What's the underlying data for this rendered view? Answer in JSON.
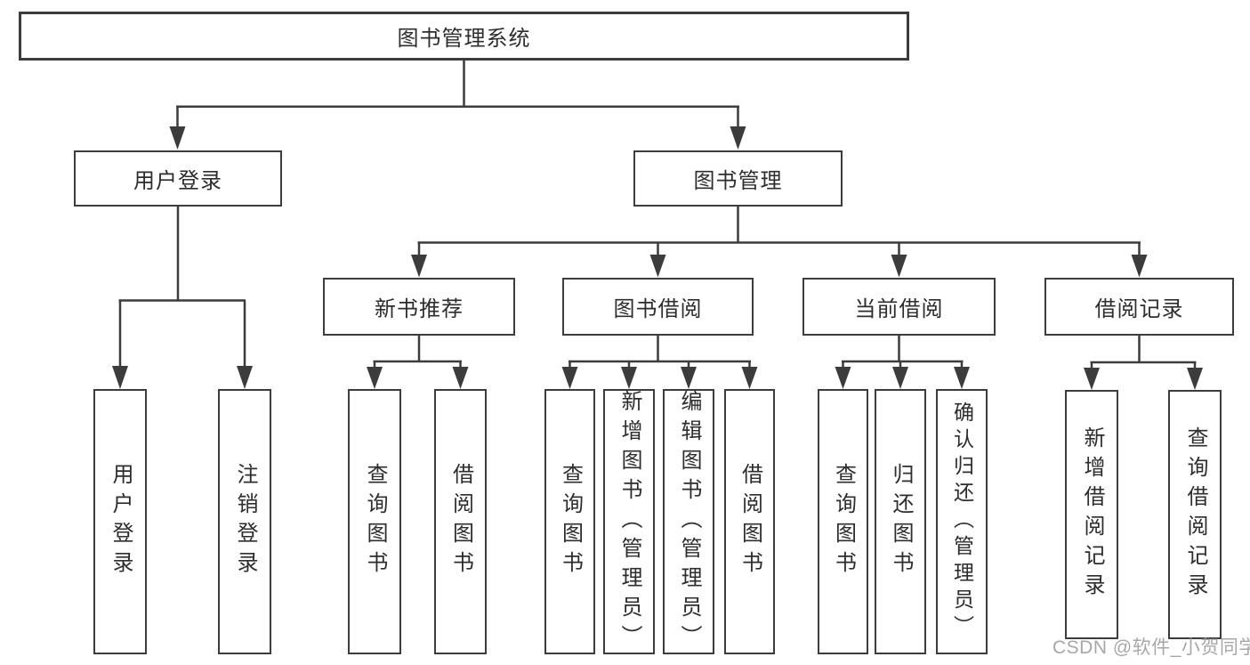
{
  "diagram": {
    "type": "hierarchy-tree",
    "tree": {
      "root": {
        "label": "图书管理系统",
        "children": [
          {
            "label": "用户登录",
            "children": [
              {
                "label": "用户登录"
              },
              {
                "label": "注销登录"
              }
            ]
          },
          {
            "label": "图书管理",
            "children": [
              {
                "label": "新书推荐",
                "children": [
                  {
                    "label": "查询图书"
                  },
                  {
                    "label": "借阅图书"
                  }
                ]
              },
              {
                "label": "图书借阅",
                "children": [
                  {
                    "label": "查询图书"
                  },
                  {
                    "label": "新增图书（管理员）"
                  },
                  {
                    "label": "编辑图书（管理员）"
                  },
                  {
                    "label": "借阅图书"
                  }
                ]
              },
              {
                "label": "当前借阅",
                "children": [
                  {
                    "label": "查询图书"
                  },
                  {
                    "label": "归还图书"
                  },
                  {
                    "label": "确认归还（管理员）"
                  }
                ]
              },
              {
                "label": "借阅记录",
                "children": [
                  {
                    "label": "新增借阅记录"
                  },
                  {
                    "label": "查询借阅记录"
                  }
                ]
              }
            ]
          }
        ]
      }
    },
    "colors": {
      "line": "#3c3c3c",
      "box_border": "#3c3c3c",
      "text": "#2d2d2d",
      "background": "#ffffff",
      "watermark": "#9e9e9e"
    }
  },
  "watermark": {
    "text": "CSDN @软件_小贺同学"
  }
}
